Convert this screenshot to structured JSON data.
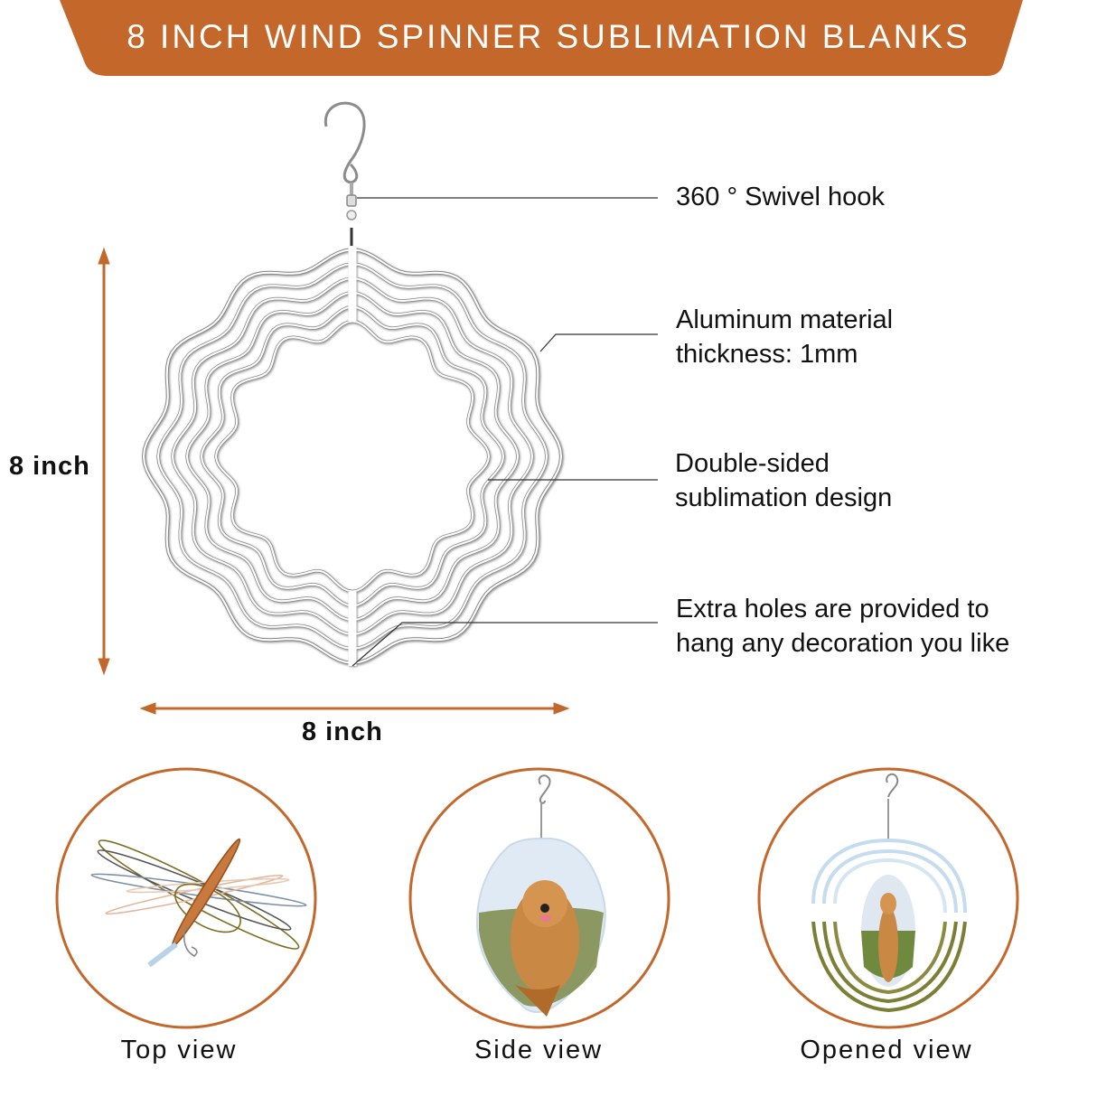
{
  "banner": {
    "title": "8 INCH WIND SPINNER SUBLIMATION BLANKS",
    "color": "#C4672B",
    "text_color": "#FFFFFF"
  },
  "callouts": [
    {
      "id": "hook",
      "lines": [
        "360 ° Swivel hook"
      ]
    },
    {
      "id": "material",
      "lines": [
        "Aluminum material",
        "thickness: 1mm"
      ]
    },
    {
      "id": "design",
      "lines": [
        "Double-sided",
        "sublimation design"
      ]
    },
    {
      "id": "holes",
      "lines": [
        "Extra holes are provided to",
        "hang any decoration you like"
      ]
    }
  ],
  "dimensions": {
    "height_label": "8 inch",
    "width_label": "8 inch",
    "arrow_color": "#C4672B"
  },
  "views": [
    {
      "label": "Top view"
    },
    {
      "label": "Side view"
    },
    {
      "label": "Opened view"
    }
  ],
  "colors": {
    "accent": "#C4672B",
    "text": "#111111",
    "line": "#333333"
  }
}
